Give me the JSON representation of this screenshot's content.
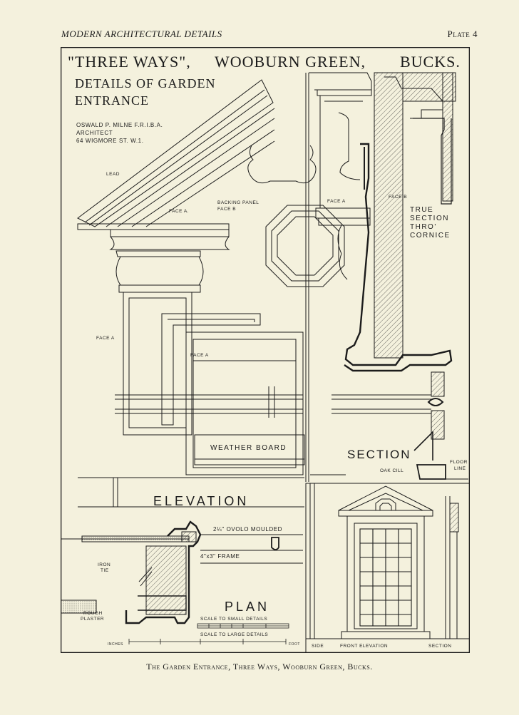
{
  "header": {
    "running_head": "MODERN ARCHITECTURAL DETAILS",
    "plate": "Plate 4"
  },
  "drawing": {
    "title_house": "\"THREE WAYS\",",
    "title_place": "WOOBURN GREEN,",
    "title_county": "BUCKS.",
    "subtitle_1": "DETAILS OF GARDEN",
    "subtitle_2": "ENTRANCE",
    "architect_name": "OSWALD P. MILNE F.R.I.B.A.",
    "architect_role": "ARCHITECT",
    "architect_address": "64 WIGMORE ST. W.1.",
    "labels": {
      "lead": "LEAD",
      "face_a_pediment": "FACE A.",
      "backing_panel_1": "BACKING PANEL",
      "backing_panel_2": "FACE B",
      "face_a_left": "FACE A",
      "face_a_door": "FACE A",
      "weather_board": "WEATHER BOARD",
      "elevation": "ELEVATION",
      "face_a_section": "FACE A",
      "face_b_section": "FACE B",
      "true_section_1": "TRUE",
      "true_section_2": "SECTION",
      "true_section_3": "THRO'",
      "true_section_4": "CORNICE",
      "section": "SECTION",
      "oak_cill": "OAK CILL",
      "floor_line_1": "FLOOR",
      "floor_line_2": "LINE",
      "ovolo": "2¼\" OVOLO MOULDED",
      "frame": "4\"x3\" FRAME",
      "iron_tie_1": "IRON",
      "iron_tie_2": "TIE",
      "rough_plaster_1": "ROUGH",
      "rough_plaster_2": "PLASTER",
      "plan": "PLAN",
      "scale_small": "SCALE TO SMALL DETAILS",
      "scale_large": "SCALE TO LARGE DETAILS",
      "inches": "INCHES",
      "foot": "FOOT",
      "side": "SIDE",
      "front_elevation": "FRONT ELEVATION",
      "section_small": "SECTION"
    }
  },
  "caption": "The Garden Entrance, Three Ways, Wooburn Green, Bucks."
}
